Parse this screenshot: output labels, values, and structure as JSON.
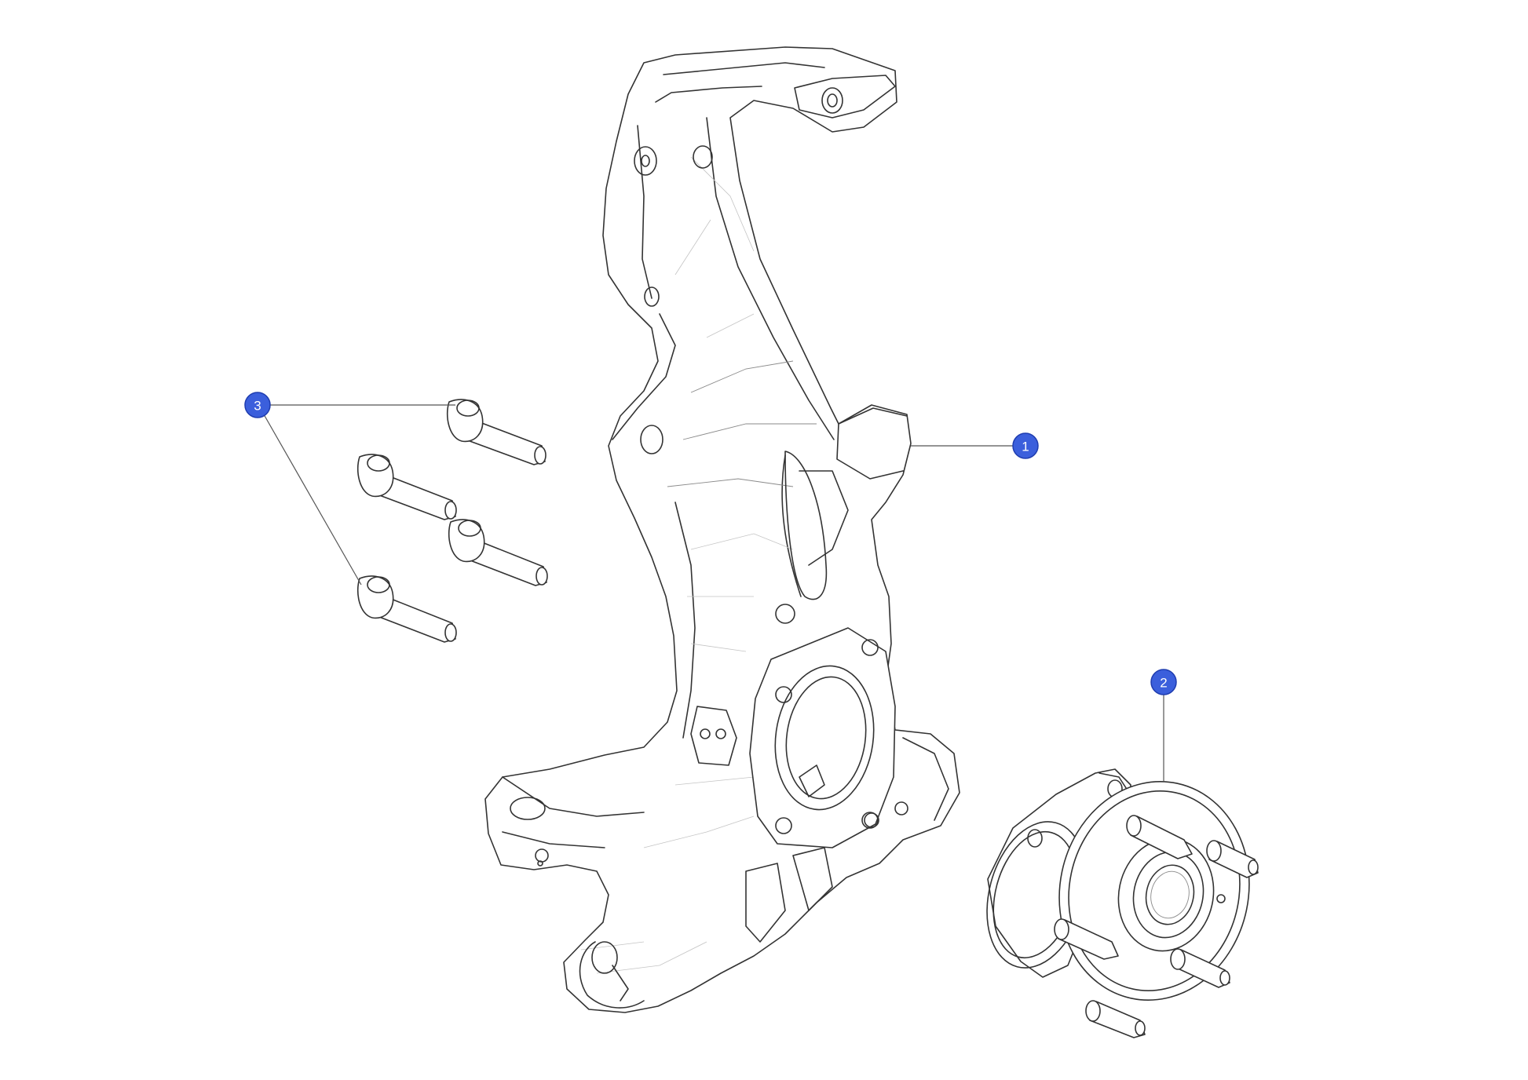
{
  "callouts": [
    {
      "id": "1",
      "label": "1",
      "color": "#3b5fdc"
    },
    {
      "id": "2",
      "label": "2",
      "color": "#3b5fdc"
    },
    {
      "id": "3",
      "label": "3",
      "color": "#3b5fdc"
    }
  ],
  "parts": [
    {
      "callout": "1",
      "icon": "steering-knuckle"
    },
    {
      "callout": "2",
      "icon": "wheel-hub-bearing"
    },
    {
      "callout": "3",
      "icon": "flange-bolt",
      "quantity_shown": 4
    }
  ]
}
